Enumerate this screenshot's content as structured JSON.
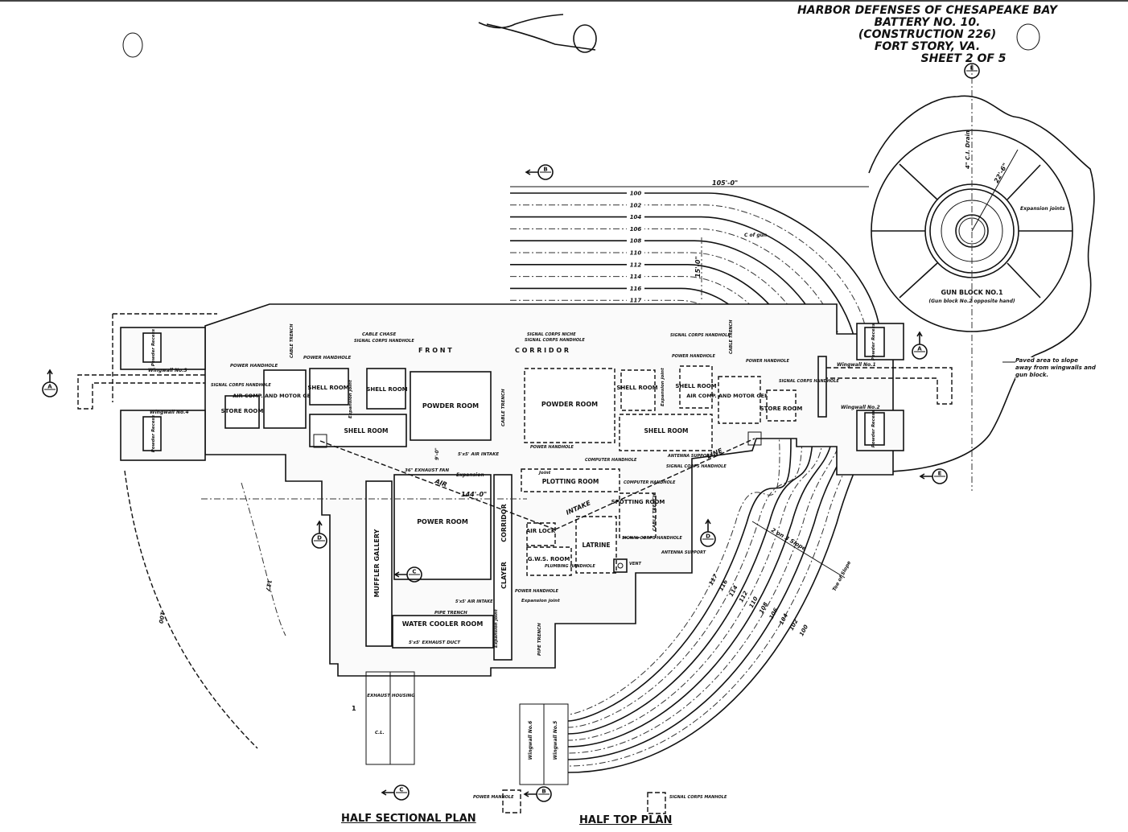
{
  "title_block": {
    "line1": "HARBOR DEFENSES OF CHESAPEAKE BAY",
    "line2": "BATTERY NO. 10.",
    "line3": "(CONSTRUCTION 226)",
    "line4": "FORT STORY, VA.",
    "line5": "SHEET 2 OF 5"
  },
  "plan_titles": {
    "left": "HALF SECTIONAL PLAN",
    "right": "HALF TOP PLAN"
  },
  "section_markers": {
    "a_left": "A",
    "a_right": "A",
    "b_top": "B",
    "b_bottom": "B",
    "c_mid": "C",
    "c_bottom": "C",
    "d_left": "D",
    "d_right": "D",
    "e_top": "E",
    "e_bottom": "E",
    "sheet": "1"
  },
  "gun_block": {
    "label": "GUN BLOCK NO.1",
    "note": "(Gun block No.2 opposite hand)",
    "radius_dim": "22'-6\"",
    "drain": "4\" C.I. Drain",
    "expansion_joints": "Expansion joints"
  },
  "paved_area_note": "Paved area to slope away from wingwalls and gun block.",
  "dimensions": {
    "top_length": "105'-0\"",
    "vertical": "15'-0\"",
    "air_line": "144'-0\"",
    "height_small": "9'-0\"",
    "slope": "2 on 3 Slope",
    "toe": "Toe of Slope",
    "gun_cl": "C of gun"
  },
  "contours_top": [
    "100",
    "102",
    "104",
    "106",
    "108",
    "110",
    "112",
    "114",
    "116",
    "117"
  ],
  "contours_slope": [
    "117",
    "116",
    "114",
    "112",
    "110",
    "108",
    "106",
    "104",
    "102",
    "100"
  ],
  "contours_left": [
    "100",
    "117"
  ],
  "rooms": {
    "front": "F R O N T",
    "corridor": "C O R R I D O R",
    "powder_room_left": "POWDER ROOM",
    "powder_room_right": "POWDER ROOM",
    "shell_room_1": "SHELL ROOM",
    "shell_room_2": "SHELL ROOM",
    "shell_room_3": "SHELL ROOM",
    "shell_room_4": "SHELL ROOM",
    "shell_room_big_left": "SHELL ROOM",
    "shell_room_big_right": "SHELL ROOM",
    "air_comp_left": "AIR COMP. AND MOTOR GEN. ROOM",
    "air_comp_right": "AIR COMP. AND MOTOR GEN. ROOM",
    "store_left": "STORE ROOM",
    "store_right": "STORE ROOM",
    "power_room": "POWER ROOM",
    "plotting_room": "PLOTTING ROOM",
    "spotting_room": "SPOTTING ROOM",
    "air_lock": "AIR LOCK",
    "gws_room": "G.W.S. ROOM",
    "latrine": "LATRINE",
    "water_cooler": "WATER COOLER ROOM",
    "muffler_gallery": "MUFFLER GALLERY",
    "corridor_vertical": "CORRIDOR",
    "clayer": "CLAYER",
    "powder_recess": "Powder Recess"
  },
  "annotations": {
    "power_handhole": "POWER HANDHOLE",
    "signal_corps_handhole": "SIGNAL CORPS HANDHOLE",
    "signal_corps_niche": "SIGNAL CORPS NICHE",
    "cable_chase": "CABLE CHASE",
    "cable_trench": "CABLE TRENCH",
    "expansion_joint": "Expansion joint",
    "exhaust_fan": "36\" EXHAUST FAN",
    "air_intake": "5'x5' AIR INTAKE",
    "air_intake_2": "5'x5' AIR INTAKE",
    "exhaust_duct": "5'x5' EXHAUST DUCT",
    "pipe_trench": "PIPE TRENCH",
    "exhaust_housing": "EXHAUST HOUSING",
    "computer_handhole": "COMPUTER HANDHOLE",
    "antenna_support": "ANTENNA SUPPORT",
    "plumbing_handhole": "PLUMBING HANDHOLE",
    "vent": "VENT",
    "air": "AIR",
    "intake": "INTAKE",
    "line": "LINE",
    "expansion": "Expansion",
    "joint": "Joint",
    "wingwall_1": "Wingwall No.1",
    "wingwall_2": "Wingwall No.2",
    "wingwall_3": "Wingwall No.3",
    "wingwall_4": "Wingwall No.4",
    "wingwall_5": "Wingwall No.5",
    "wingwall_6": "Wingwall No.6",
    "power_manhole": "POWER MANHOLE",
    "signal_corps_manhole": "SIGNAL CORPS MANHOLE",
    "cl": "C.L."
  }
}
